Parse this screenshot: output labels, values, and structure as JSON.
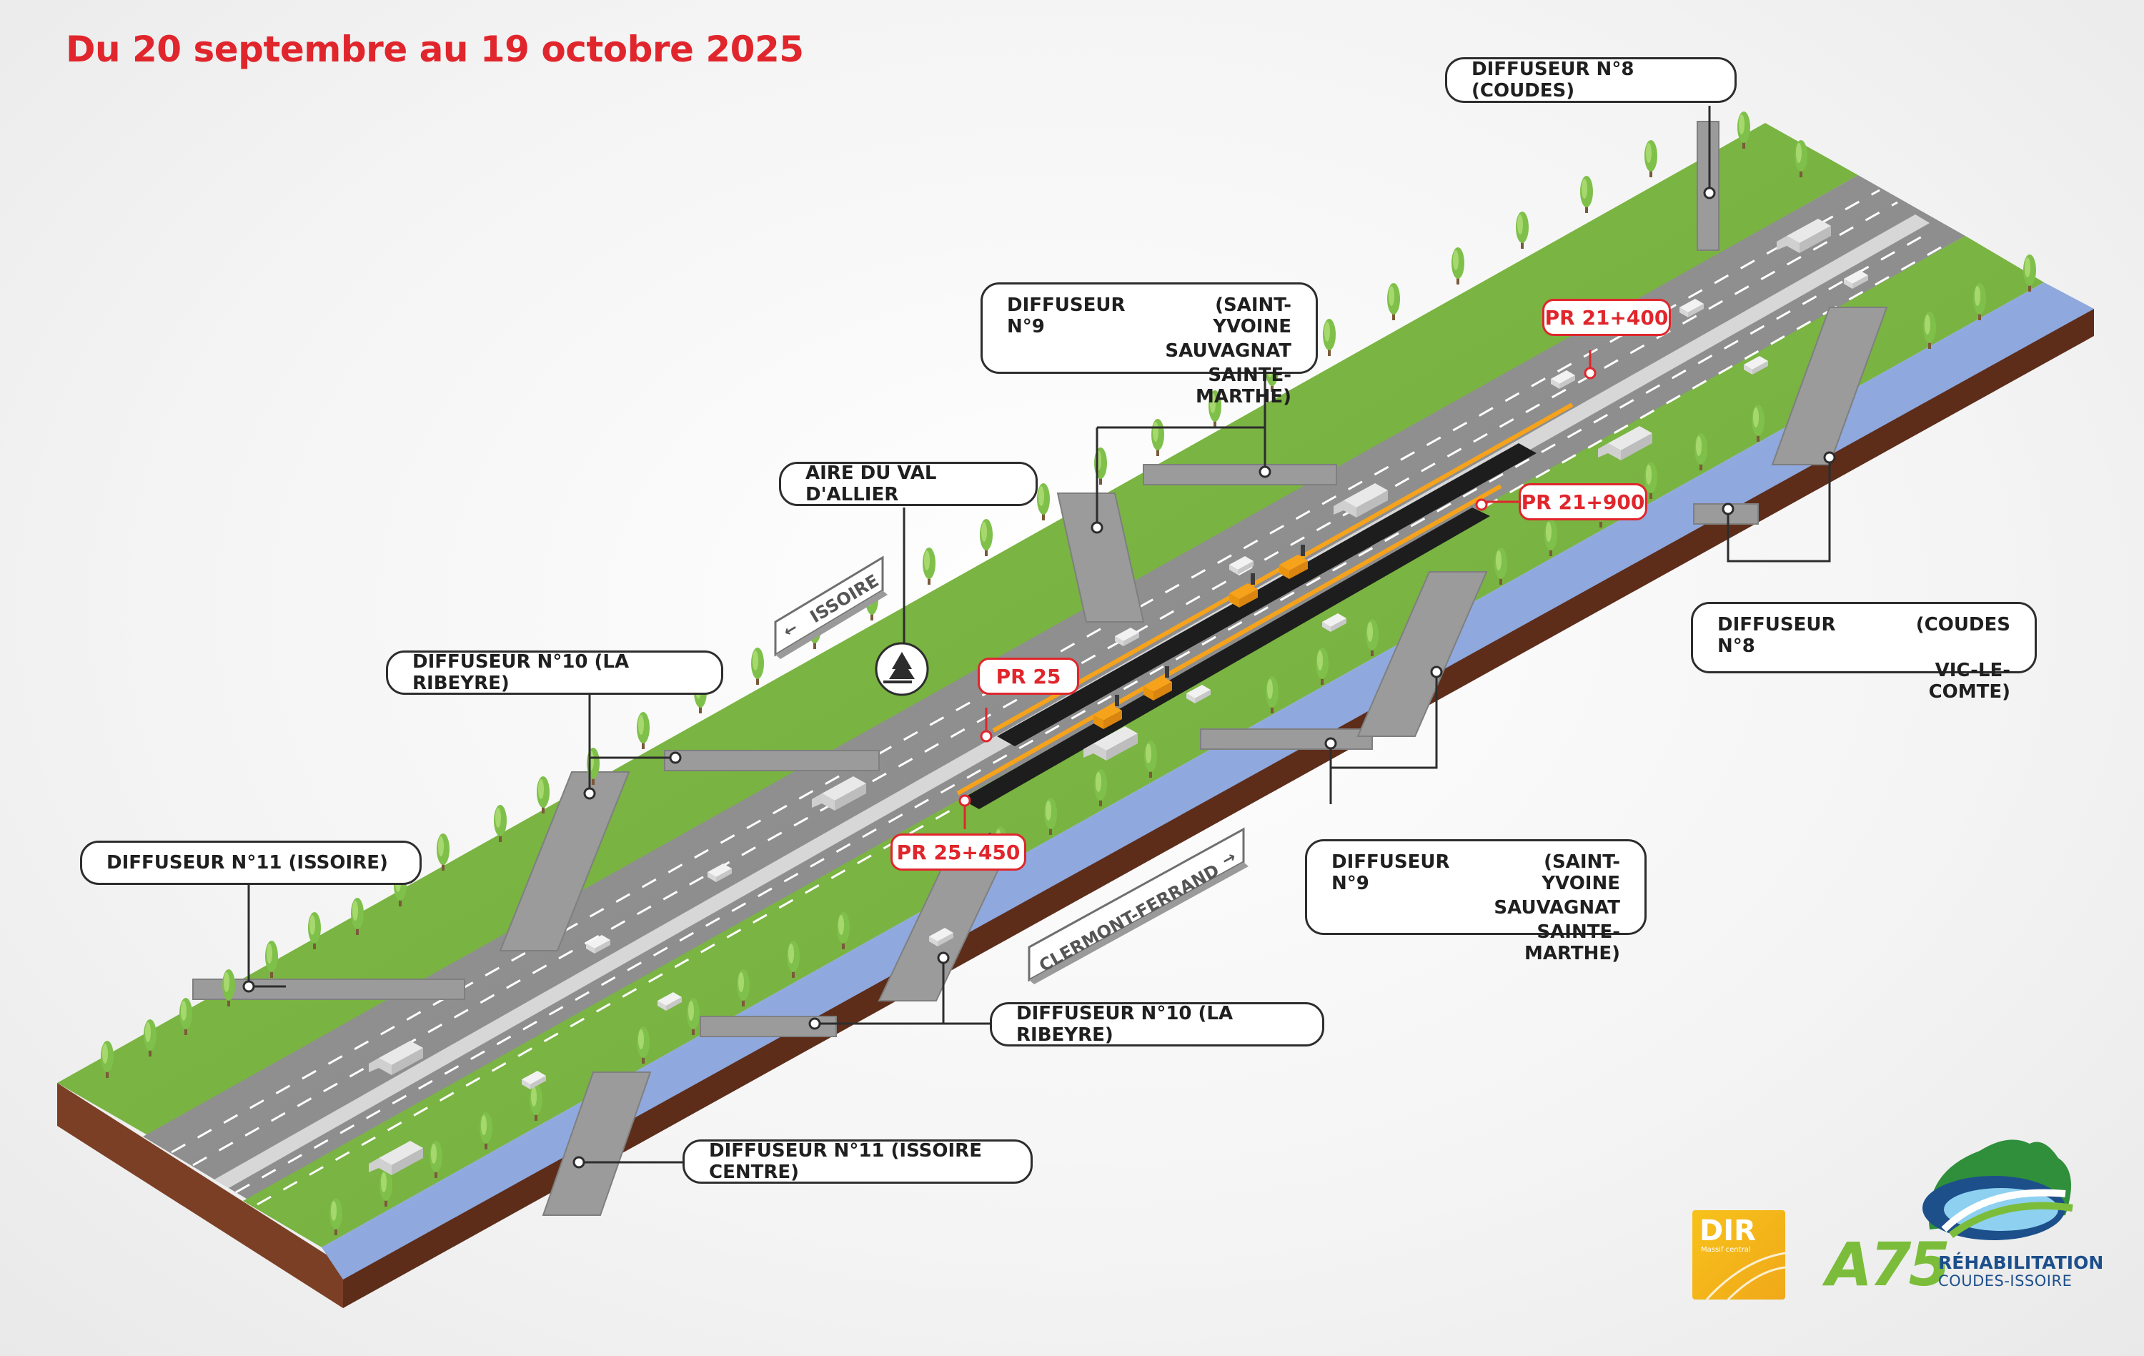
{
  "title": "Du 20 septembre au 19 octobre 2025",
  "callouts": {
    "diffuseur8_top": "DIFFUSEUR N°8  (COUDES)",
    "diffuseur9_top": {
      "a": "DIFFUSEUR N°9",
      "b": "(SAINT-YVOINE",
      "c": "SAUVAGNAT",
      "d": "SAINTE-MARTHE)"
    },
    "aire": "AIRE DU VAL D'ALLIER",
    "diffuseur10_top": "DIFFUSEUR N°10 (LA RIBEYRE)",
    "diffuseur11_top": "DIFFUSEUR N°11 (ISSOIRE)",
    "diffuseur8_right": {
      "a": "DIFFUSEUR N°8",
      "b": "(COUDES",
      "c": "VIC-LE-COMTE)"
    },
    "diffuseur9_bottom": {
      "a": "DIFFUSEUR N°9",
      "b": "(SAINT-YVOINE",
      "c": "SAUVAGNAT",
      "d": "SAINTE-MARTHE)"
    },
    "diffuseur10_bottom": "DIFFUSEUR N°10 (LA RIBEYRE)",
    "diffuseur11_bottom": "DIFFUSEUR N°11 (ISSOIRE CENTRE)"
  },
  "markers": {
    "pr21400": "PR 21+400",
    "pr21900": "PR 21+900",
    "pr25": "PR 25",
    "pr25450": "PR 25+450"
  },
  "signs": {
    "issoire": "ISSOIRE",
    "clermont": "CLERMONT-FERRAND"
  },
  "logos": {
    "dir": "DIR",
    "dir_sub": "Massif central",
    "a75": "A75",
    "a75_line1": "RÉHABILITATION",
    "a75_line2": "COUDES-ISSOIRE"
  },
  "colors": {
    "title": "#e0262c",
    "marker": "#e0262c",
    "grass": "#7cb342",
    "road": "#8c8c8c",
    "river": "#8ea8dd",
    "earth": "#8a4a2e",
    "works": "#f6a21a"
  }
}
